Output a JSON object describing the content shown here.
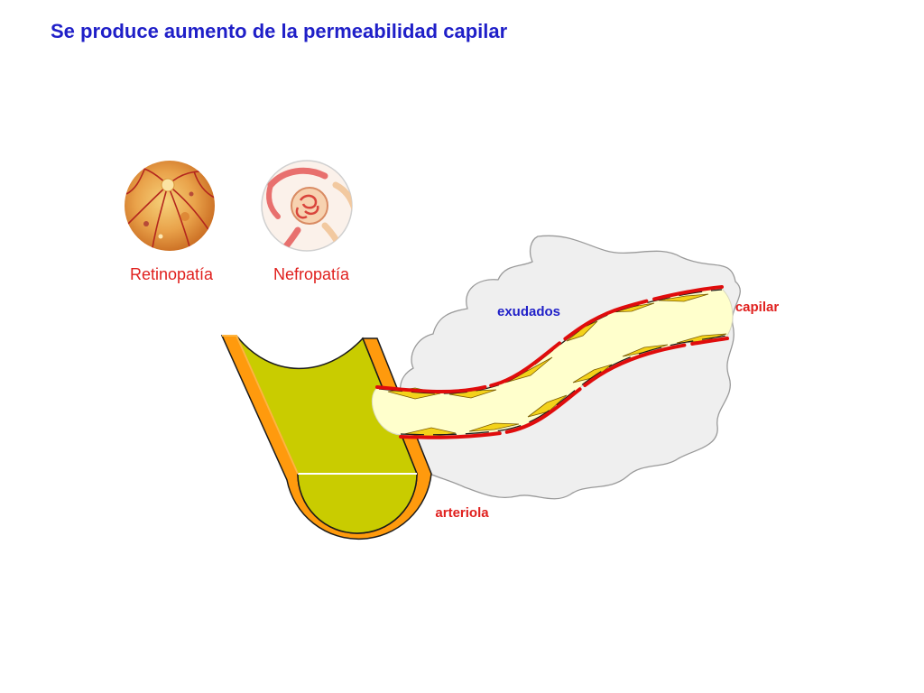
{
  "title": "Se produce aumento de la permeabilidad capilar",
  "labels": {
    "retinopatia": "Retinopatía",
    "nefropatia": "Nefropatía",
    "exudados": "exudados",
    "capilar": "capilar",
    "arteriola": "arteriola"
  },
  "colors": {
    "title": "#1f1fc8",
    "label_red": "#e0201e",
    "label_blue": "#1f1fc8",
    "exudate": "#efefef",
    "capillary_lumen": "#ffffcc",
    "capillary_wall": "#e00c0c",
    "endothelial_cell": "#f3d21a",
    "arteriole_lumen": "#c9cc00",
    "arteriole_wall": "#ff9a0d"
  }
}
